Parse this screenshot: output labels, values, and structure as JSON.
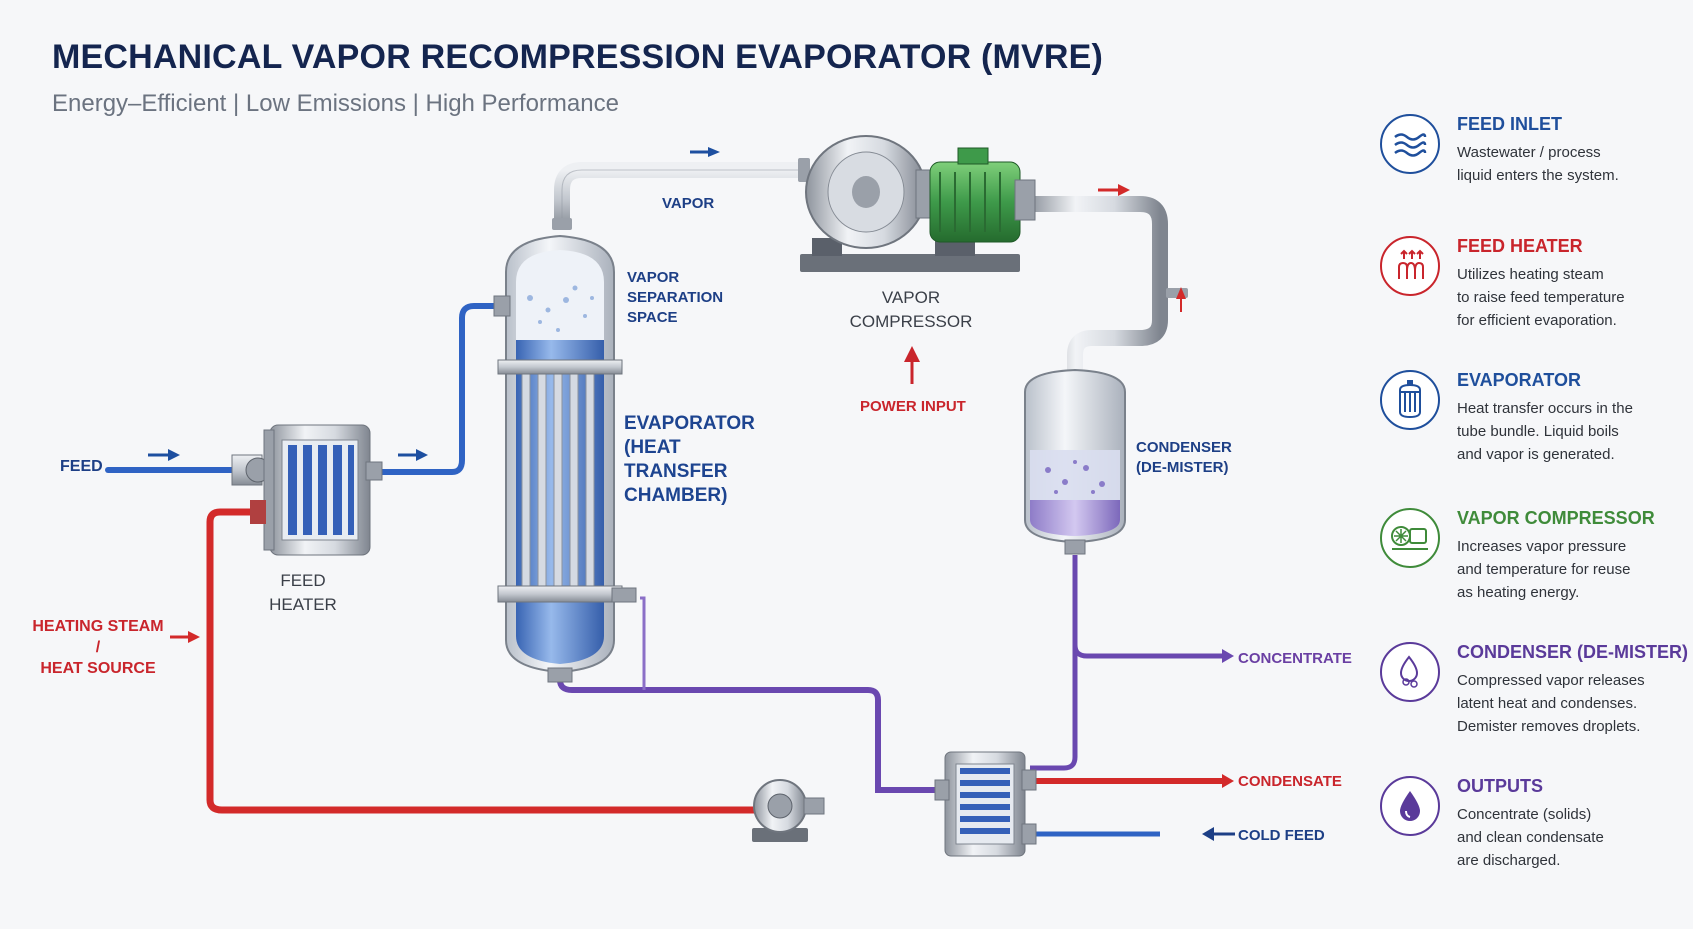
{
  "title": "MECHANICAL VAPOR RECOMPRESSION EVAPORATOR (MVRE)",
  "subtitle": "Energy–Efficient  |  Low Emissions  |  High Performance",
  "labels": {
    "feed": "FEED",
    "heating_steam": "HEATING STEAM /\nHEAT SOURCE",
    "feed_heater": "FEED\nHEATER",
    "vapor": "VAPOR",
    "vapor_separation": "VAPOR\nSEPARATION\nSPACE",
    "evaporator": "EVAPORATOR\n(HEAT\nTRANSFER\nCHAMBER)",
    "vapor_compressor": "VAPOR\nCOMPRESSOR",
    "power_input": "POWER INPUT",
    "condenser": "CONDENSER\n(DE-MISTER)",
    "concentrate": "CONCENTRATE",
    "condensate": "CONDENSATE",
    "cold_feed": "COLD FEED"
  },
  "legend": [
    {
      "icon": "waves-icon",
      "color": "#1f4f9c",
      "title": "FEED INLET",
      "desc": "Wastewater / process\nliquid enters the system."
    },
    {
      "icon": "heater-icon",
      "color": "#c9252c",
      "title": "FEED HEATER",
      "desc": "Utilizes heating steam\nto raise feed temperature\nfor efficient evaporation."
    },
    {
      "icon": "evaporator-icon",
      "color": "#1f4f9c",
      "title": "EVAPORATOR",
      "desc": "Heat transfer occurs in the\ntube bundle. Liquid boils\nand vapor is generated."
    },
    {
      "icon": "compressor-icon",
      "color": "#3f8b3a",
      "title": "VAPOR COMPRESSOR",
      "desc": "Increases vapor pressure\nand temperature for reuse\nas heating energy."
    },
    {
      "icon": "droplets-icon",
      "color": "#5a3a9a",
      "title": "CONDENSER (DE-MISTER)",
      "desc": "Compressed vapor releases\nlatent heat and condenses.\nDemister removes droplets."
    },
    {
      "icon": "droplet-icon",
      "color": "#5a3a9a",
      "title": "OUTPUTS",
      "desc": "Concentrate (solids)\nand clean condensate\nare discharged."
    }
  ],
  "colors": {
    "blue_line": "#2f63c4",
    "red_line": "#d32a2a",
    "purple_line": "#6a48b0",
    "steel": "#c5cad2",
    "motor_green": "#3e9a4a"
  }
}
